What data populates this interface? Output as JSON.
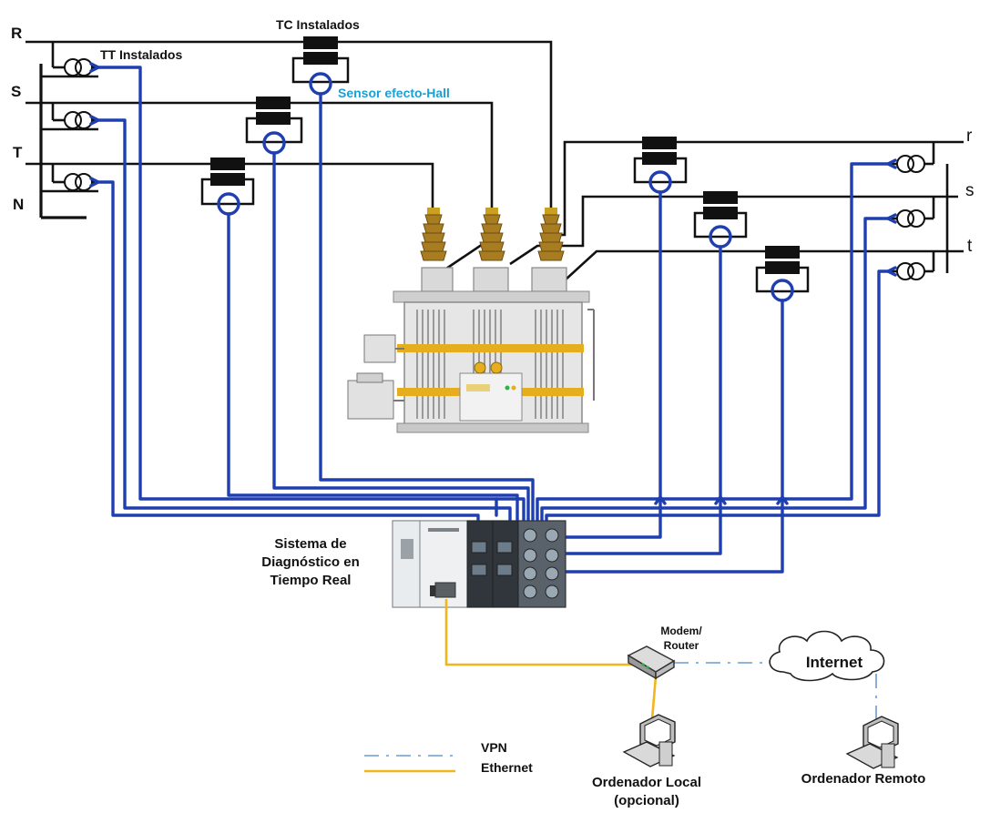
{
  "phases_in": [
    "R",
    "S",
    "T",
    "N"
  ],
  "phases_out": [
    "r",
    "s",
    "t"
  ],
  "labels": {
    "tc": "TC Instalados",
    "tt": "TT Instalados",
    "hall": "Sensor efecto-Hall",
    "system": [
      "Sistema de",
      "Diagnóstico en",
      "Tiempo Real"
    ],
    "modem": [
      "Modem/",
      "Router"
    ],
    "internet": "Internet",
    "local_pc": [
      "Ordenador Local",
      "(opcional)"
    ],
    "remote_pc": "Ordenador Remoto"
  },
  "legend": {
    "vpn": "VPN",
    "ethernet": "Ethernet"
  },
  "colors": {
    "signal": "#1f3fb0",
    "ethernet": "#f2b51b",
    "vpn": "#6a9bd2",
    "hall_label": "#1a9fd6",
    "conductor": "#111111"
  },
  "icons": [
    "transformer-icon",
    "current-transformer-icon",
    "voltage-transformer-icon",
    "daq-chassis-icon",
    "router-icon",
    "cloud-icon",
    "computer-icon"
  ]
}
